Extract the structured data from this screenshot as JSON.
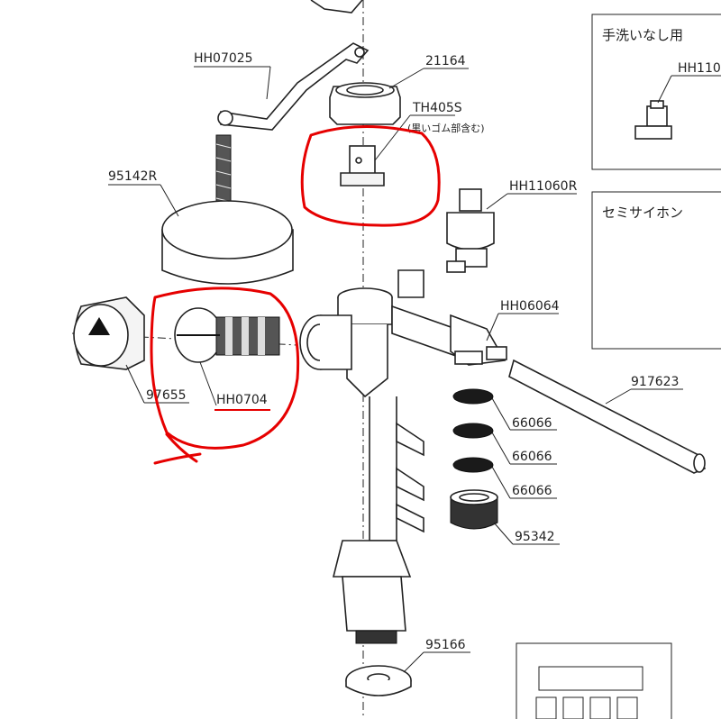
{
  "parts": {
    "hh07025": "HH07025",
    "p21164": "21164",
    "th405s": "TH405S",
    "th405s_note": "(黒いゴム部含む)",
    "p95142r": "95142R",
    "hh11060r": "HH11060R",
    "hh06064": "HH06064",
    "p917623": "917623",
    "p97655": "97655",
    "hh0704": "HH0704",
    "p66066_a": "66066",
    "p66066_b": "66066",
    "p66066_c": "66066",
    "p95342": "95342",
    "p95166": "95166",
    "hh110": "HH110"
  },
  "boxes": {
    "top_title": "手洗いなし用",
    "mid_title": "セミサイホン"
  },
  "colors": {
    "highlight": "#e60000",
    "line": "#222222"
  }
}
